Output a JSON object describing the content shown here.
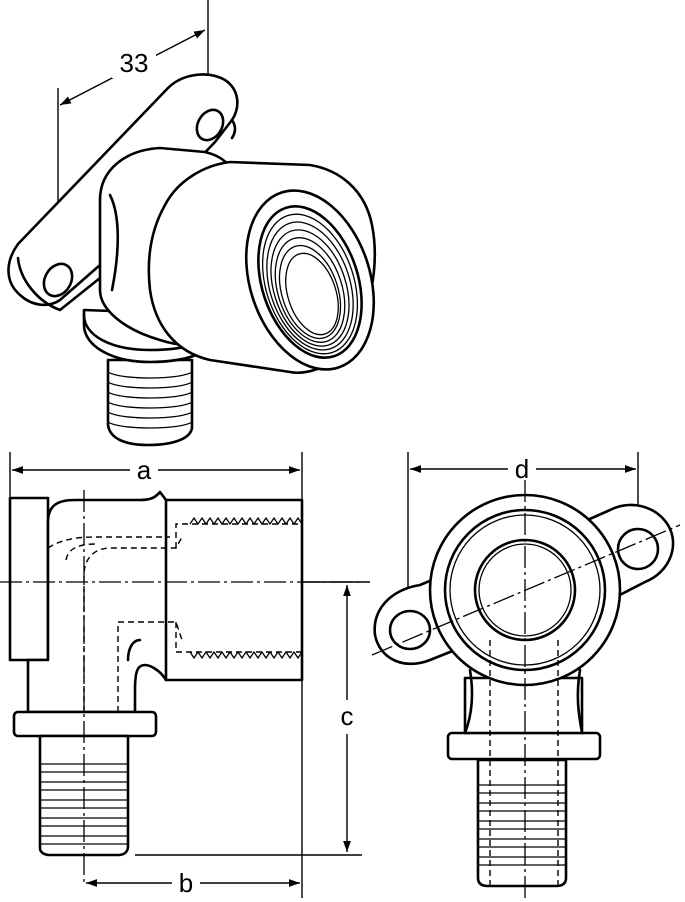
{
  "labels": {
    "dim_33": "33",
    "dim_a": "a",
    "dim_b": "b",
    "dim_c": "c",
    "dim_d": "d"
  },
  "colors": {
    "line": "#000000",
    "background": "#ffffff"
  }
}
